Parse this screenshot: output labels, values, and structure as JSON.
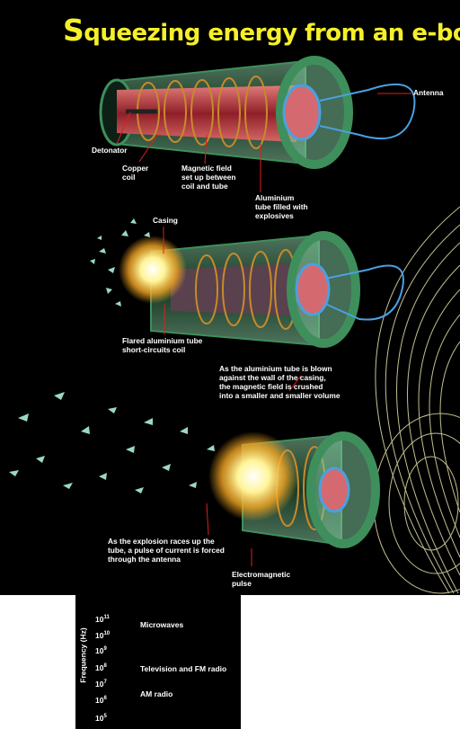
{
  "title": {
    "lead": "S",
    "rest": "queezing energy from an e-bomb"
  },
  "stage1": {
    "antenna": "Antenna",
    "detonator": "Detonator",
    "copper_coil": "Copper\ncoil",
    "magnetic_field": "Magnetic field\nset up between\ncoil and tube",
    "aluminium_tube": "Aluminium\ntube filled with\nexplosives"
  },
  "stage2": {
    "casing": "Casing",
    "flared_tube": "Flared aluminium tube\nshort-circuits coil",
    "crushed_field": "As the aluminium tube is blown\nagainst the wall of the casing,\nthe magnetic field is crushed\ninto a smaller and smaller volume"
  },
  "stage3": {
    "explosion": "As the explosion races up the\ntube, a pulse of current is forced\nthrough the antenna",
    "pulse": "Electromagnetic\npulse"
  },
  "frequency_scale": {
    "axis_label": "Frequency (Hz)",
    "ticks": [
      {
        "base": "10",
        "exp": "11"
      },
      {
        "base": "10",
        "exp": "10"
      },
      {
        "base": "10",
        "exp": "9"
      },
      {
        "base": "10",
        "exp": "8"
      },
      {
        "base": "10",
        "exp": "7"
      },
      {
        "base": "10",
        "exp": "6"
      },
      {
        "base": "10",
        "exp": "5"
      }
    ],
    "bands": {
      "microwaves": "Microwaves",
      "tv_fm": "Television and FM radio",
      "am": "AM radio"
    }
  },
  "colors": {
    "title": "#f4ef2a",
    "casing": "#3f8f5c",
    "tube": "#b0383f",
    "coil": "#c88a2a",
    "antenna": "#4aa0e0",
    "leader_line": "#e01e1e",
    "tick_mark": "#f0a000"
  }
}
